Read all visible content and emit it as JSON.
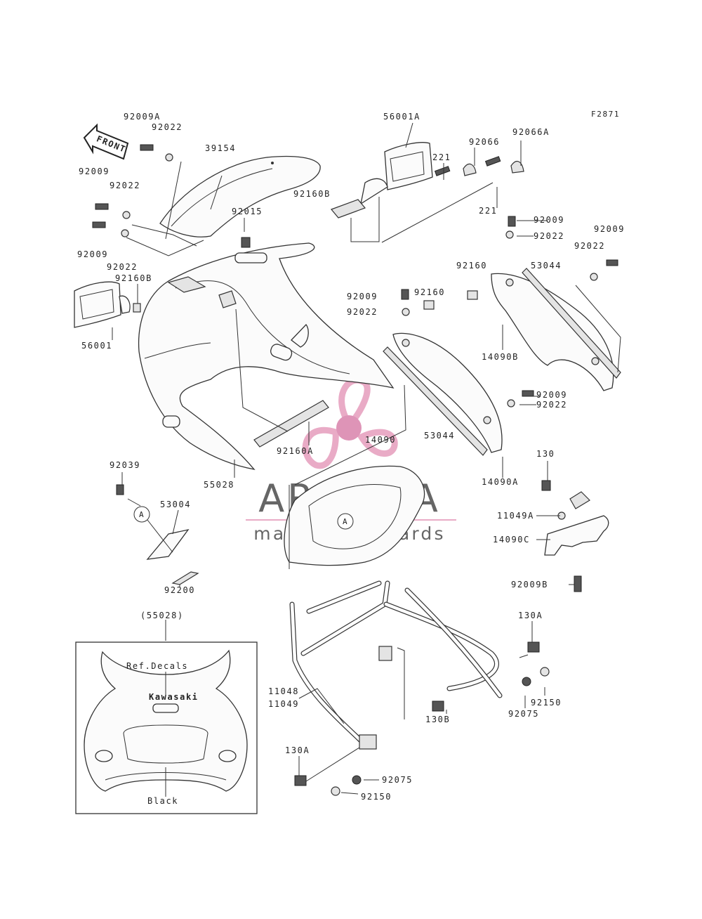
{
  "figure_code": "F2871",
  "front_label": "FRONT",
  "inset": {
    "label": "(55028)",
    "ref_decals": "Ref.Decals",
    "black": "Black",
    "brand_decal": "Kawasaki"
  },
  "callout_marker": "A",
  "watermark": {
    "title": "ARMADA",
    "subtitle": "marine outboards",
    "colors": {
      "pink": "#e8a7c4",
      "pink_dark": "#dd8fb4",
      "gray": "#5e5e5e"
    }
  },
  "parts": [
    "92009A",
    "92022",
    "39154",
    "92009",
    "92022",
    "92009",
    "92022",
    "92015",
    "56001",
    "92160B",
    "55028",
    "92160A",
    "14090",
    "56001A",
    "221",
    "92066",
    "92066A",
    "221",
    "92160B",
    "92009",
    "92022",
    "92009",
    "92022",
    "92160",
    "53044",
    "92009",
    "92022",
    "92160",
    "14090B",
    "53044",
    "92009",
    "92022",
    "14090A",
    "130",
    "11049A",
    "14090C",
    "92009B",
    "92039",
    "53004",
    "92200",
    "130A",
    "92075",
    "92150",
    "11048",
    "11049",
    "130B",
    "130A",
    "92075",
    "92150"
  ]
}
